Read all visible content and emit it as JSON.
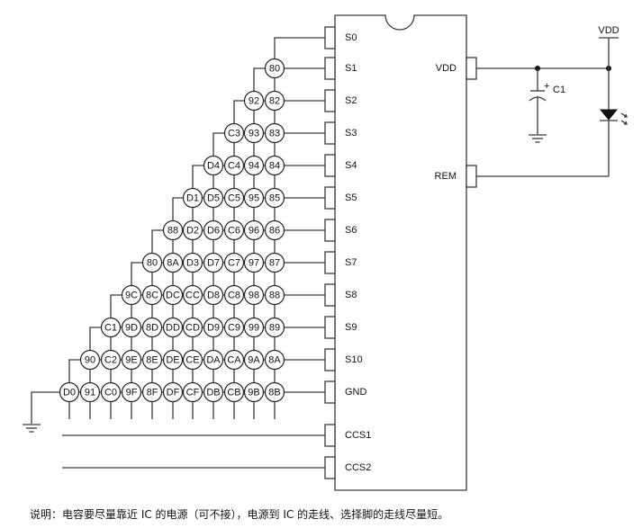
{
  "ic": {
    "left_pins": [
      "S0",
      "S1",
      "S2",
      "S3",
      "S4",
      "S5",
      "S6",
      "S7",
      "S8",
      "S9",
      "S10",
      "GND",
      "CCS1",
      "CCS2"
    ],
    "right_pins": [
      "VDD",
      "REM"
    ]
  },
  "key_matrix": {
    "rows": [
      {
        "pin": "S1",
        "keys": [
          "80"
        ]
      },
      {
        "pin": "S2",
        "keys": [
          "92",
          "82"
        ]
      },
      {
        "pin": "S3",
        "keys": [
          "C3",
          "93",
          "83"
        ]
      },
      {
        "pin": "S4",
        "keys": [
          "D4",
          "C4",
          "94",
          "84"
        ]
      },
      {
        "pin": "S5",
        "keys": [
          "D1",
          "D5",
          "C5",
          "95",
          "85"
        ]
      },
      {
        "pin": "S6",
        "keys": [
          "88",
          "D2",
          "D6",
          "C6",
          "96",
          "86"
        ]
      },
      {
        "pin": "S7",
        "keys": [
          "80",
          "8A",
          "D3",
          "D7",
          "C7",
          "97",
          "87"
        ]
      },
      {
        "pin": "S8",
        "keys": [
          "9C",
          "8C",
          "DC",
          "CC",
          "D8",
          "C8",
          "98",
          "88"
        ]
      },
      {
        "pin": "S9",
        "keys": [
          "C1",
          "9D",
          "8D",
          "DD",
          "CD",
          "D9",
          "C9",
          "99",
          "89"
        ]
      },
      {
        "pin": "S10",
        "keys": [
          "90",
          "C2",
          "9E",
          "8E",
          "DE",
          "CE",
          "DA",
          "CA",
          "9A",
          "8A"
        ]
      },
      {
        "pin": "GND",
        "keys": [
          "D0",
          "91",
          "C0",
          "9F",
          "8F",
          "DF",
          "CF",
          "DB",
          "CB",
          "9B",
          "8B"
        ]
      }
    ]
  },
  "components": {
    "capacitor_label": "C1",
    "capacitor_polarity": "+",
    "supply_label": "VDD"
  },
  "note": "说明：电容要尽量靠近 IC 的电源（可不接），电源到 IC 的走线、选择脚的走线尽量短。"
}
